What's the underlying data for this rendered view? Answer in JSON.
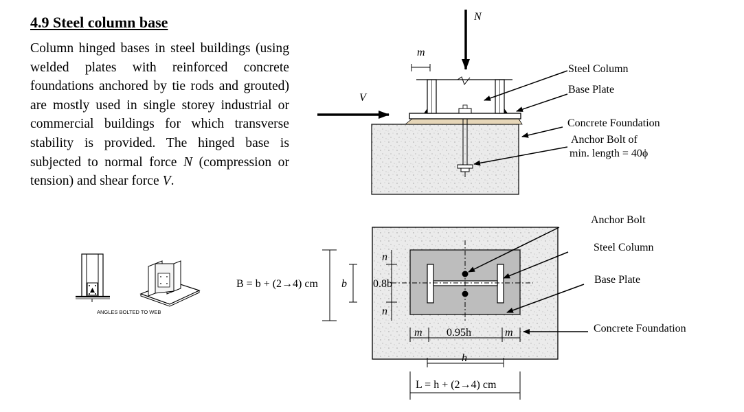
{
  "title": "4.9 Steel column base",
  "paragraph": {
    "part1": "Column hinged bases in steel buildings (using welded plates with reinforced concrete foundations anchored by tie rods and grouted) are mostly used in single storey industrial or commercial buildings for which transverse stability is provided. The hinged base is subjected to normal force ",
    "sym_n": "N",
    "part2": " (compression or tension) and shear force ",
    "sym_v": "V",
    "part3": "."
  },
  "small_figure": {
    "caption": "ANGLES BOLTED TO WEB"
  },
  "elevation": {
    "force_n": "N",
    "force_v": "V",
    "dim_m": "m",
    "labels": {
      "steel_column": "Steel Column",
      "base_plate": "Base Plate",
      "concrete_foundation": "Concrete Foundation",
      "anchor_bolt_line1": "Anchor Bolt of",
      "anchor_bolt_line2": "min. length = 40ϕ"
    }
  },
  "plan": {
    "labels": {
      "anchor_bolt": "Anchor Bolt",
      "steel_column": "Steel Column",
      "base_plate": "Base Plate",
      "concrete_foundation": "Concrete Foundation"
    },
    "dims": {
      "B_formula": "B = b + (2→4) cm",
      "b": "b",
      "n_top": "n",
      "n_bottom": "n",
      "b08": "0.8b",
      "m_left": "m",
      "h095": "0.95h",
      "m_right": "m",
      "h": "h",
      "L_formula": "L = h + (2→4) cm"
    }
  },
  "colors": {
    "concrete": "#ebebeb",
    "plate": "#bdbdbd",
    "line": "#000000"
  }
}
